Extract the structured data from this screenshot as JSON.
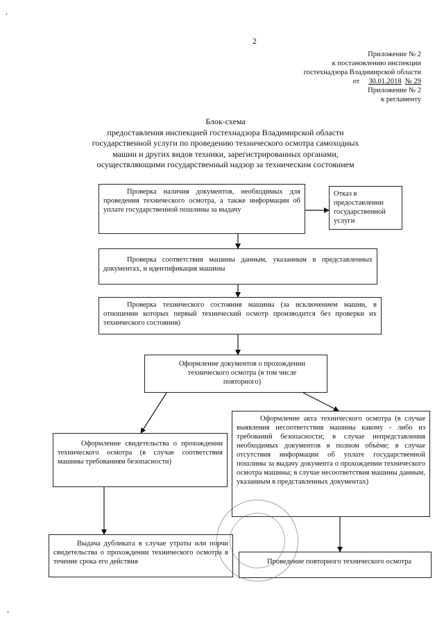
{
  "page_number": "2",
  "header": {
    "line1": "Приложение № 2",
    "line2": "к постановлению инспекции",
    "line3": "гостехнадзора Владимирской области",
    "date_prefix": "от",
    "date": "30.01.2018",
    "number": "№ 29",
    "line5": "Приложение № 2",
    "line6": "к регламенту"
  },
  "title": {
    "line1": "Блок-схема",
    "line2": "предоставления инспекцией гостехнадзора Владимирской области",
    "line3": "государственной услуги  по проведению технического осмотра самоходных",
    "line4": "машин и других видов техники, зарегистрированных органами,",
    "line5": "осуществляющими государственный надзор за техническим состоянием"
  },
  "boxes": {
    "check_docs": "Проверка наличия документов, необходимых для проведения технического осмотра, а также информации об уплате государственной пошлины за выдачу",
    "refusal": "Отказ в предоставлении государственной услуги",
    "check_compliance": "Проверка соответствия машины данным, указанным в представленных документах, и идентификация машины",
    "check_technical": "Проверка технического состояния машины (за исключением машин, в отношении которых первый технический осмотр производится без проверки их технического состояния)",
    "documents": "Оформление документов о прохождении технического осмотра (в том числе повторного)",
    "certificate": "Оформление свидетельства о прохождении технического осмотра (в случае соответствия машины требованиям безопасности)",
    "act": "Оформление акта технического осмотра (в случае выявления несоответствия машины какому - либо из требований безопасности; в случае непредставления необходимых документов в полном объёме; в случае отсутствия информации об уплате государственной пошлины за выдачу документа о прохождении технического осмотра машины; в случае несоответствия машины данным, указанным в представленных документах)",
    "duplicate": "Выдача дубликата в случае утраты или порчи свидетельства о прохождении технического осмотра в течение срока его действия",
    "repeat": "Проведение повторного технического осмотра"
  }
}
